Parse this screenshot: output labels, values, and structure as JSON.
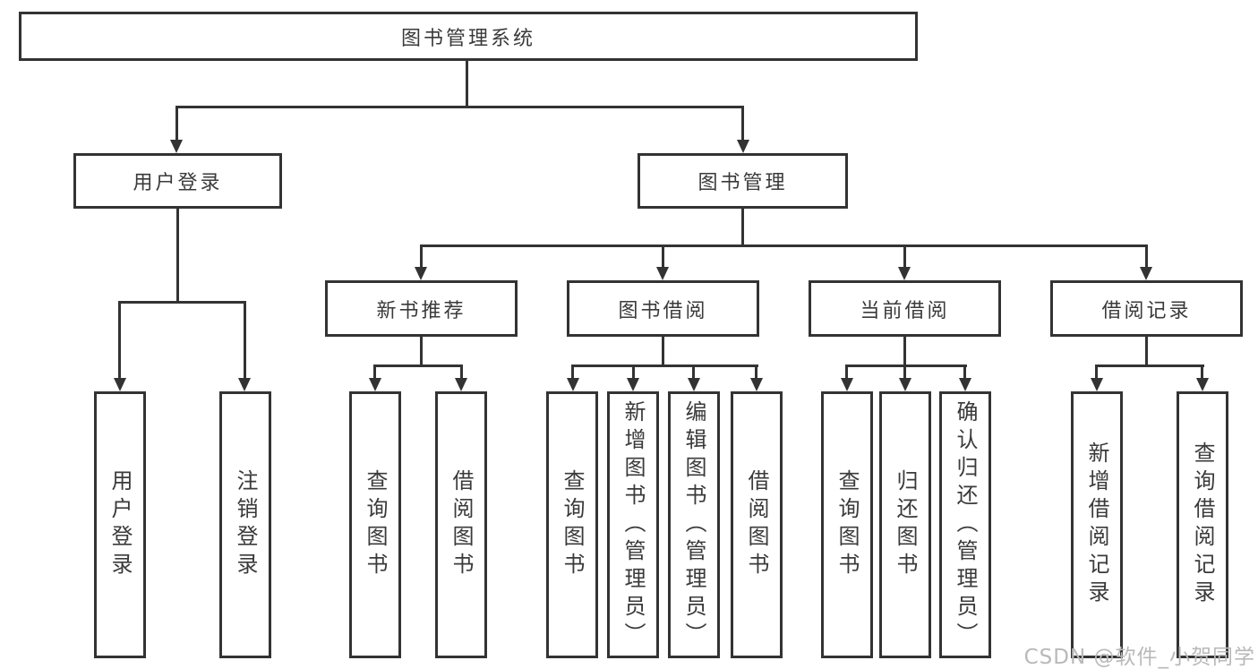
{
  "diagram_type": "hierarchy-tree",
  "tree": {
    "root": {
      "label": "图书管理系统"
    },
    "branches": [
      {
        "label": "用户登录",
        "children": [
          {
            "label": "用户登录"
          },
          {
            "label": "注销登录"
          }
        ]
      },
      {
        "label": "图书管理",
        "children": [
          {
            "label": "新书推荐",
            "children": [
              {
                "label": "查询图书"
              },
              {
                "label": "借阅图书"
              }
            ]
          },
          {
            "label": "图书借阅",
            "children": [
              {
                "label": "查询图书"
              },
              {
                "label": "新增图书（管理员）"
              },
              {
                "label": "编辑图书（管理员）"
              },
              {
                "label": "借阅图书"
              }
            ]
          },
          {
            "label": "当前借阅",
            "children": [
              {
                "label": "查询图书"
              },
              {
                "label": "归还图书"
              },
              {
                "label": "确认归还（管理员）"
              }
            ]
          },
          {
            "label": "借阅记录",
            "children": [
              {
                "label": "新增借阅记录"
              },
              {
                "label": "查询借阅记录"
              }
            ]
          }
        ]
      }
    ]
  },
  "watermark": {
    "text": "CSDN @软件_小贺同学",
    "color": "#b9b9b9"
  },
  "colors": {
    "background": "#ffffff",
    "line": "#333333",
    "text": "#3a3a3a"
  }
}
